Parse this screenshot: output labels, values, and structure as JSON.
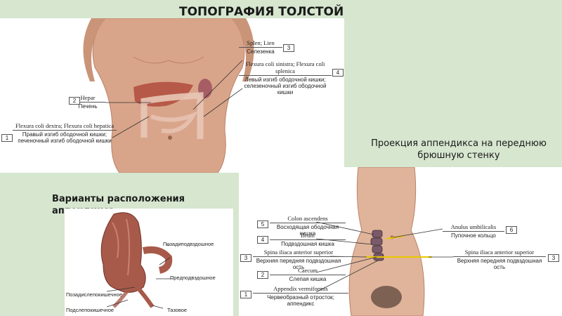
{
  "slide": {
    "title": "ТОПОГРАФИЯ ТОЛСТОЙ КИШКИ"
  },
  "top_figure": {
    "labels": [
      {
        "num": "3",
        "latin": "Splen; Lien",
        "russian": "Селезенка"
      },
      {
        "num": "4",
        "latin": "Flexura coli sinistra; Flexura coli splenica",
        "russian": "Левый изгиб ободочной кишки; селезеночный изгиб ободочной кишки"
      },
      {
        "num": "2",
        "latin": "Hepar",
        "russian": "Печень"
      },
      {
        "num": "1",
        "latin": "Flexura coli dextra; Flexura coli hepatica",
        "russian": "Правый изгиб ободочной кишки; печеночный изгиб ободочной кишки"
      }
    ]
  },
  "projection": {
    "caption": "Проекция аппендикса на переднюю брюшную стенку",
    "labels": [
      {
        "num": "5",
        "latin": "Colon ascendens",
        "russian": "Восходящая ободочная кишка"
      },
      {
        "num": "4",
        "latin": "Ileum",
        "russian": "Подвздошная кишка"
      },
      {
        "num": "3",
        "latin": "Spina iliaca anterior superior",
        "russian": "Верхняя передняя подвздошная ость"
      },
      {
        "num": "2",
        "latin": "Caecum",
        "russian": "Слепая кишка"
      },
      {
        "num": "1",
        "latin": "Appendix vermiformis",
        "russian": "Червеобразный отросток; аппендикс"
      },
      {
        "num": "6",
        "latin": "Anulus umbilicalis",
        "russian": "Пупочное кольцо"
      },
      {
        "num": "3",
        "latin": "Spina iliaca anterior superior",
        "russian": "Верхняя передняя подвздошная ость"
      }
    ]
  },
  "appendix_variants": {
    "caption": "Варианты расположения аппендикса",
    "labels": [
      {
        "text": "Позадиподвздошное"
      },
      {
        "text": "Предподвздошное"
      },
      {
        "text": "Позадислепокишечное"
      },
      {
        "text": "Подслепокишечное"
      },
      {
        "text": "Тазовое"
      }
    ]
  },
  "colors": {
    "background": "#d6e6cf",
    "skin": "#d9a58a",
    "organ": "#a85a4a",
    "marker_line": "#e8c800"
  }
}
